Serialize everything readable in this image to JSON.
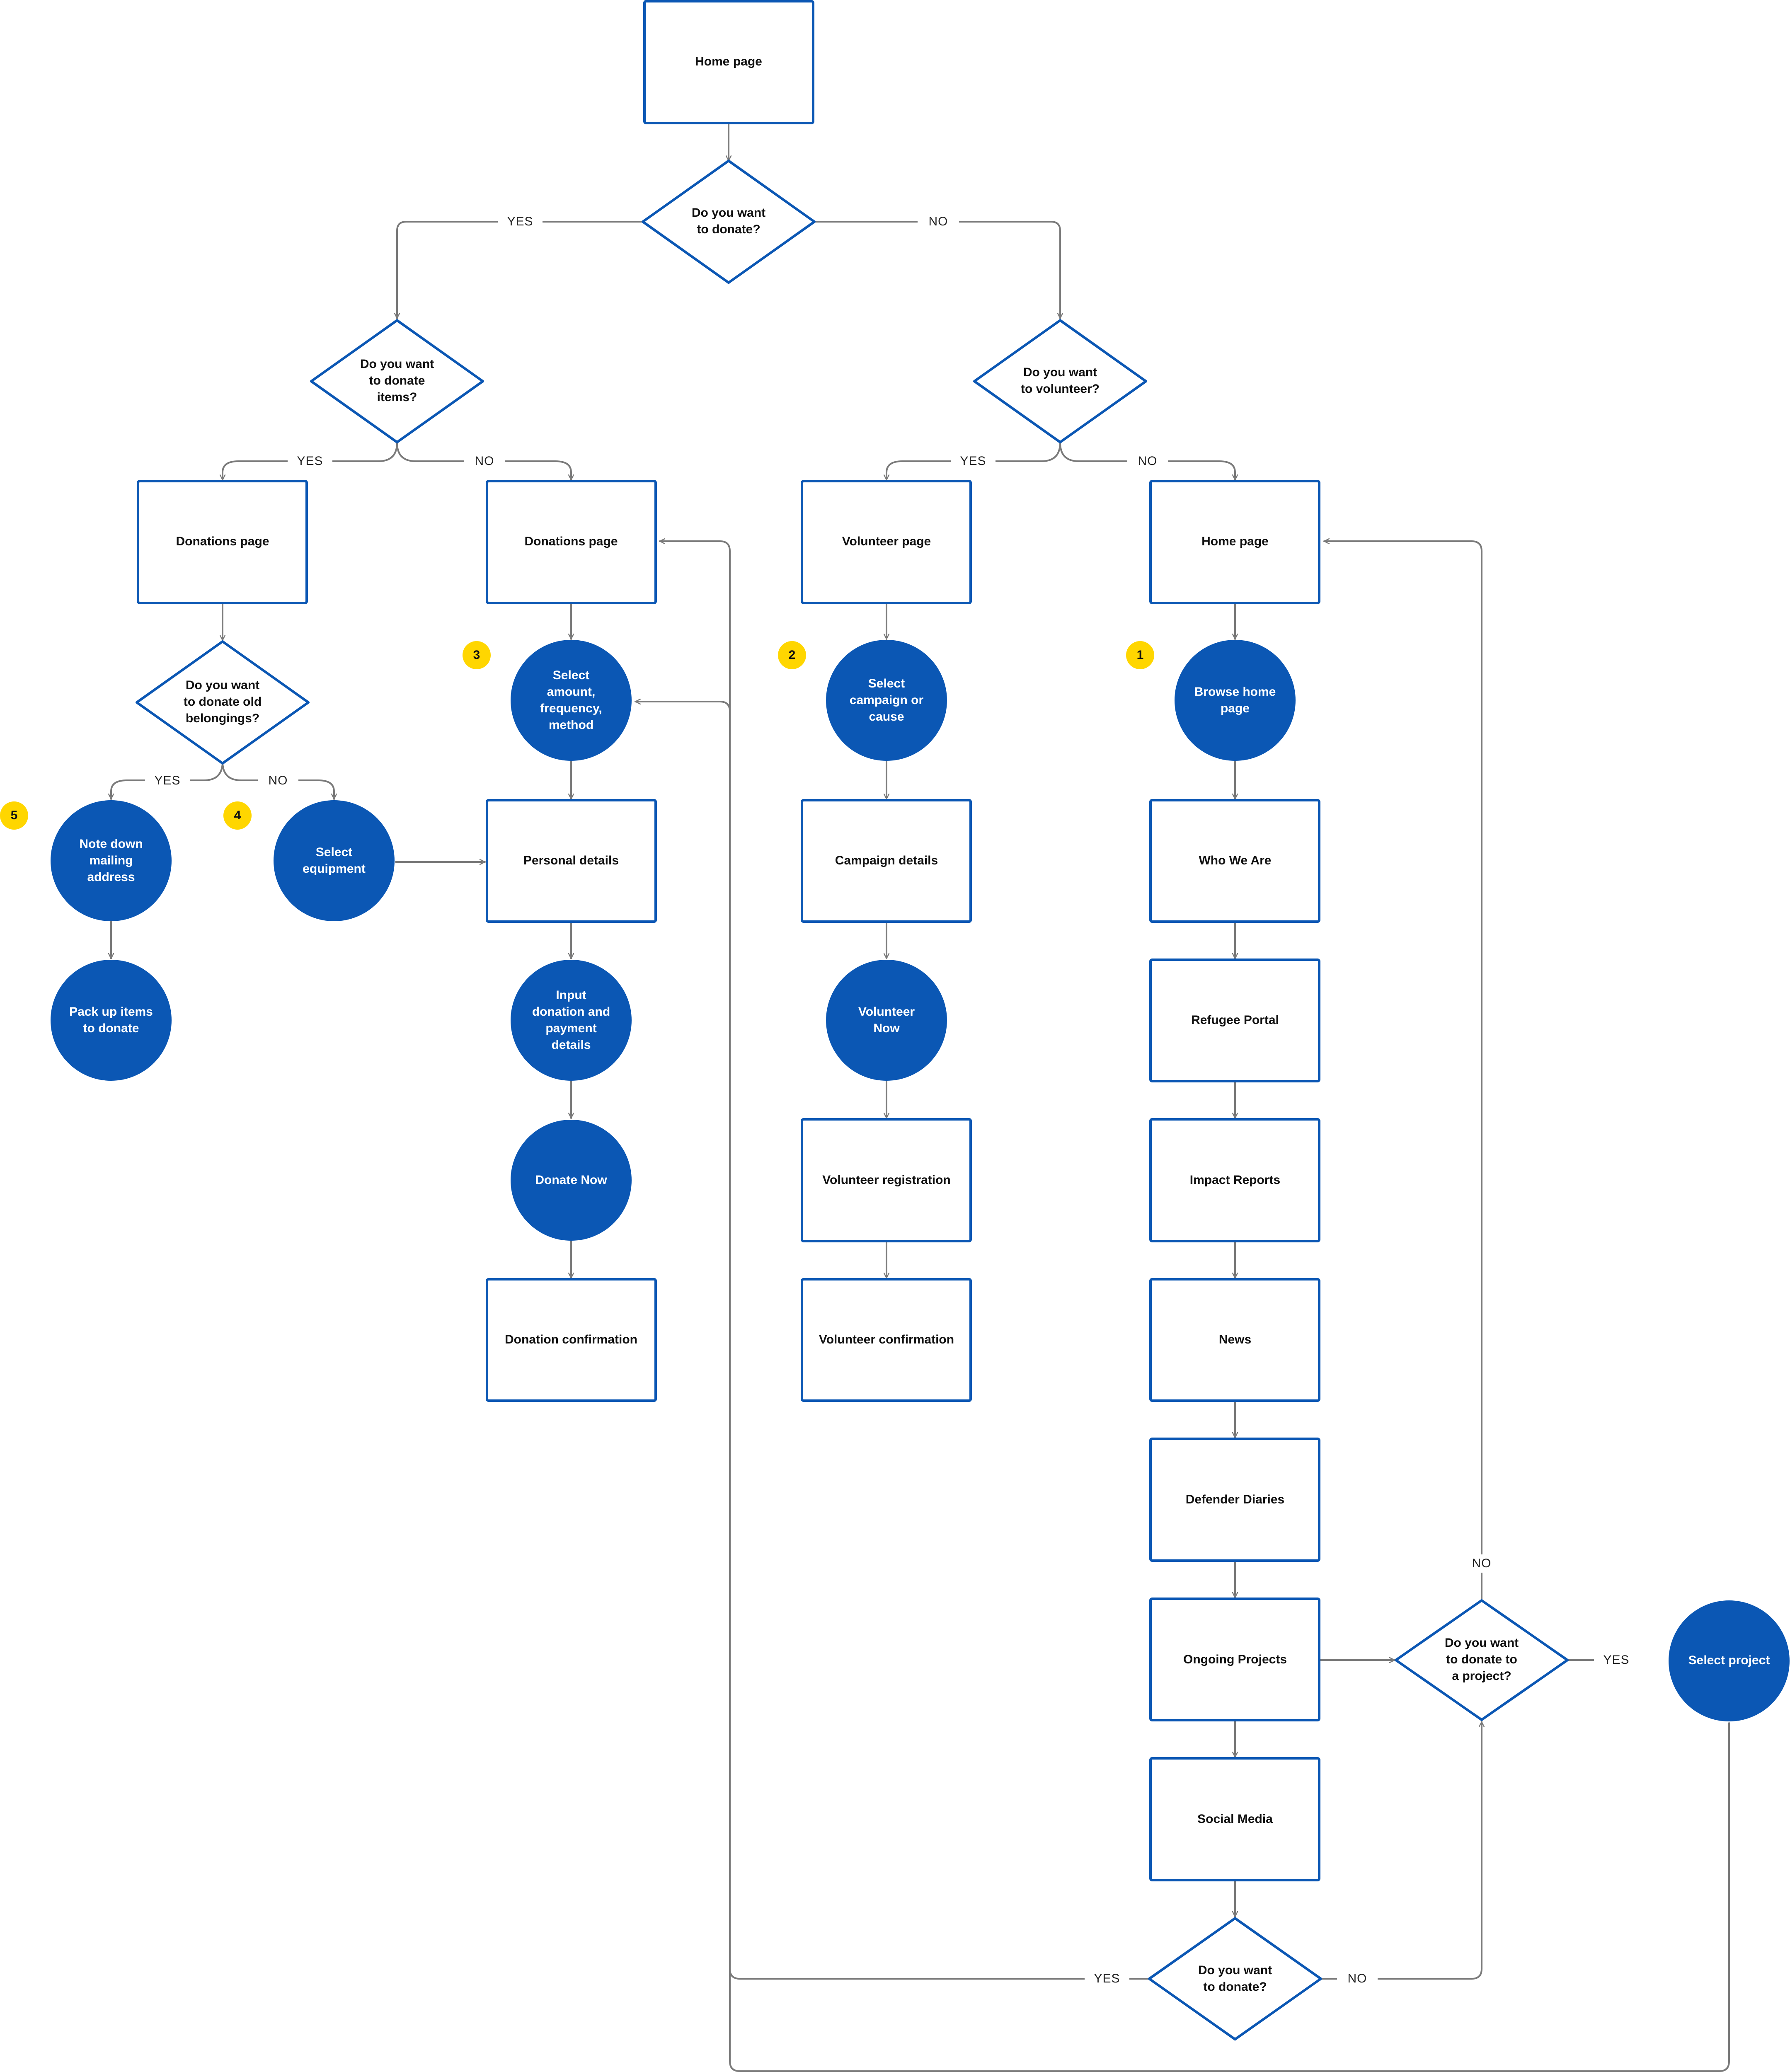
{
  "colors": {
    "brand_blue": "#0b57b4",
    "badge_yellow": "#ffd600",
    "connector_gray": "#7a7a7a"
  },
  "nodes": {
    "home_top": "Home page",
    "q_donate": [
      "Do you want",
      "to donate?"
    ],
    "q_donate_items": [
      "Do you want",
      "to donate",
      "items?"
    ],
    "q_volunteer": [
      "Do you want",
      "to volunteer?"
    ],
    "donations_page_items": "Donations page",
    "donations_page_money": "Donations page",
    "volunteer_page": "Volunteer page",
    "home_browse": "Home page",
    "q_old_belongings": [
      "Do you want",
      "to donate old",
      "belongings?"
    ],
    "select_amount": [
      "Select",
      "amount,",
      "frequency,",
      "method"
    ],
    "select_campaign": [
      "Select",
      "campaign or",
      "cause"
    ],
    "browse_home": [
      "Browse home",
      "page"
    ],
    "note_mailing": [
      "Note down",
      "mailing",
      "address"
    ],
    "select_equipment": [
      "Select",
      "equipment"
    ],
    "personal_details": "Personal details",
    "campaign_details": "Campaign details",
    "who_we_are": "Who We Are",
    "pack_items": [
      "Pack up items",
      "to donate"
    ],
    "input_donation": [
      "Input",
      "donation and",
      "payment",
      "details"
    ],
    "volunteer_now": [
      "Volunteer",
      "Now"
    ],
    "refugee_portal": "Refugee Portal",
    "donate_now": "Donate Now",
    "volunteer_registration": "Volunteer registration",
    "impact_reports": "Impact Reports",
    "donation_confirmation": "Donation confirmation",
    "volunteer_confirmation": "Volunteer confirmation",
    "news": "News",
    "defender_diaries": "Defender Diaries",
    "ongoing_projects": "Ongoing Projects",
    "q_donate_project": [
      "Do you want",
      "to donate to",
      "a project?"
    ],
    "select_project": "Select project",
    "social_media": "Social Media",
    "q_donate_bottom": [
      "Do you want",
      "to donate?"
    ]
  },
  "edge_labels": {
    "yes": "YES",
    "no": "NO"
  },
  "badges": [
    "1",
    "2",
    "3",
    "4",
    "5"
  ]
}
